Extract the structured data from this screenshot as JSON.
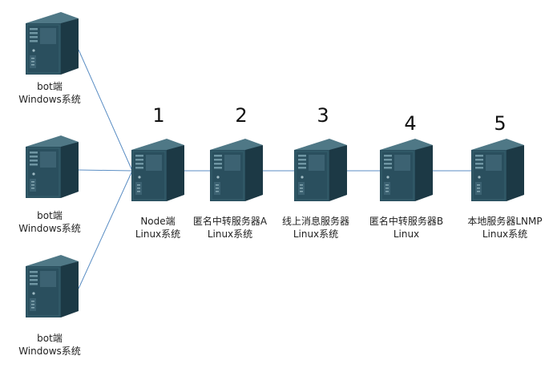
{
  "colors": {
    "link": "#5b8ec4",
    "server_front": "#2a4f5e",
    "server_side": "#1c3945",
    "server_top": "#4f7886",
    "server_panel": "#3c6272"
  },
  "clients": [
    {
      "icon": "server-icon",
      "label_line1": "bot端",
      "label_line2": "Windows系统"
    },
    {
      "icon": "server-icon",
      "label_line1": "bot端",
      "label_line2": "Windows系统"
    },
    {
      "icon": "server-icon",
      "label_line1": "bot端",
      "label_line2": "Windows系统"
    }
  ],
  "chain": [
    {
      "number": "1",
      "icon": "server-icon",
      "label_line1": "Node端",
      "label_line2": "Linux系统"
    },
    {
      "number": "2",
      "icon": "server-icon",
      "label_line1": "匿名中转服务器A",
      "label_line2": "Linux系统"
    },
    {
      "number": "3",
      "icon": "server-icon",
      "label_line1": "线上消息服务器",
      "label_line2": "Linux系统"
    },
    {
      "number": "4",
      "icon": "server-icon",
      "label_line1": "匿名中转服务器B",
      "label_line2": "Linux"
    },
    {
      "number": "5",
      "icon": "server-icon",
      "label_line1": "本地服务器LNMP",
      "label_line2": "Linux系统"
    }
  ]
}
